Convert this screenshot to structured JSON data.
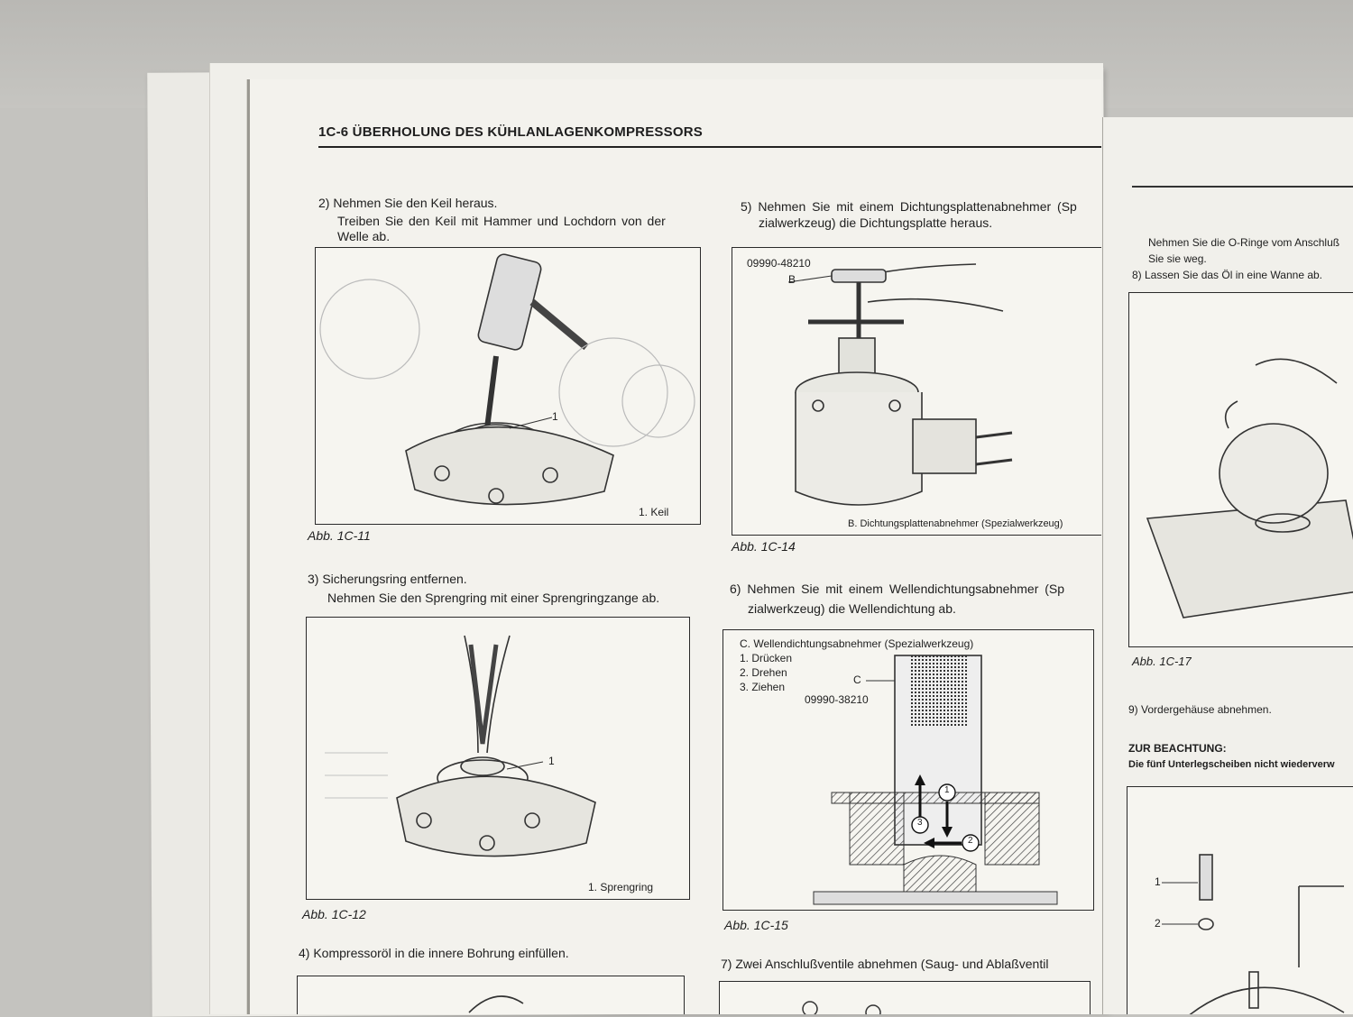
{
  "header": {
    "title": "1C-6  ÜBERHOLUNG DES KÜHLANLAGENKOMPRESSORS"
  },
  "left_column": {
    "step2": {
      "line1": "2) Nehmen Sie den Keil heraus.",
      "line2": "Treiben Sie den Keil mit Hammer und Lochdorn von der",
      "line3": "Welle ab."
    },
    "fig11": {
      "callout": "1",
      "legend": "1.  Keil",
      "caption": "Abb. 1C-11"
    },
    "step3": {
      "line1": "3) Sicherungsring entfernen.",
      "line2": "Nehmen  Sie den Sprengring mit einer Sprengringzange ab."
    },
    "fig12": {
      "callout": "1",
      "legend": "1.  Sprengring",
      "caption": "Abb. 1C-12"
    },
    "step4": {
      "line1": "4) Kompressoröl in die innere Bohrung einfüllen."
    }
  },
  "right_column": {
    "step5": {
      "line1": "5) Nehmen  Sie  mit  einem  Dichtungsplattenabnehmer (Sp",
      "line2": "zialwerkzeug) die Dichtungsplatte heraus."
    },
    "fig14": {
      "part_no": "09990-48210",
      "label_b": "B",
      "legend": "B.  Dichtungsplattenabnehmer (Spezialwerkzeug)",
      "caption": "Abb. 1C-14"
    },
    "step6": {
      "line1": "6) Nehmen  Sie  mit  einem  Wellendichtungsabnehmer (Sp",
      "line2": "zialwerkzeug) die Wellendichtung ab."
    },
    "fig15": {
      "legend_title": "C.  Wellendichtungsabnehmer (Spezialwerkzeug)",
      "legend_items": [
        "1.  Drücken",
        "2.  Drehen",
        "3.  Ziehen"
      ],
      "label_c": "C",
      "part_no": "09990-38210",
      "circle_1": "1",
      "circle_2": "2",
      "circle_3": "3",
      "caption": "Abb. 1C-15"
    },
    "step7": {
      "line1": "7) Zwei Anschlußventile abnehmen (Saug- und Ablaßventil"
    }
  },
  "next_page": {
    "intro1": "Nehmen Sie die O-Ringe vom Anschluß",
    "intro2": "Sie sie weg.",
    "step8": "8) Lassen Sie das Öl in eine Wanne ab.",
    "fig17": {
      "caption": "Abb. 1C-17"
    },
    "step9": "9) Vordergehäuse abnehmen.",
    "note_title": "ZUR BEACHTUNG:",
    "note_text": "Die fünf Unterlegscheiben nicht wiederverw",
    "callout_1": "1",
    "callout_2": "2"
  }
}
